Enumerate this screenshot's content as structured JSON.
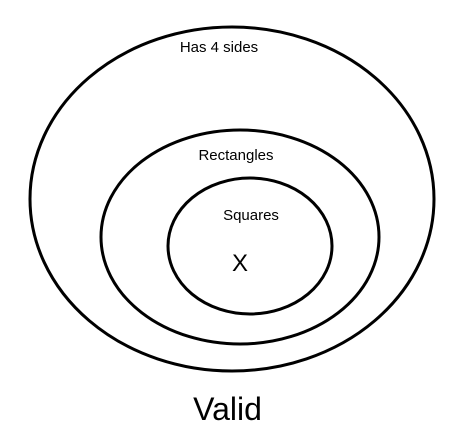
{
  "sets": {
    "outer": {
      "label": "Has 4 sides"
    },
    "middle": {
      "label": "Rectangles"
    },
    "inner": {
      "label": "Squares"
    }
  },
  "element": {
    "label": "X"
  },
  "verdict": {
    "label": "Valid"
  },
  "colors": {
    "stroke": "#000000",
    "background": "#ffffff"
  }
}
